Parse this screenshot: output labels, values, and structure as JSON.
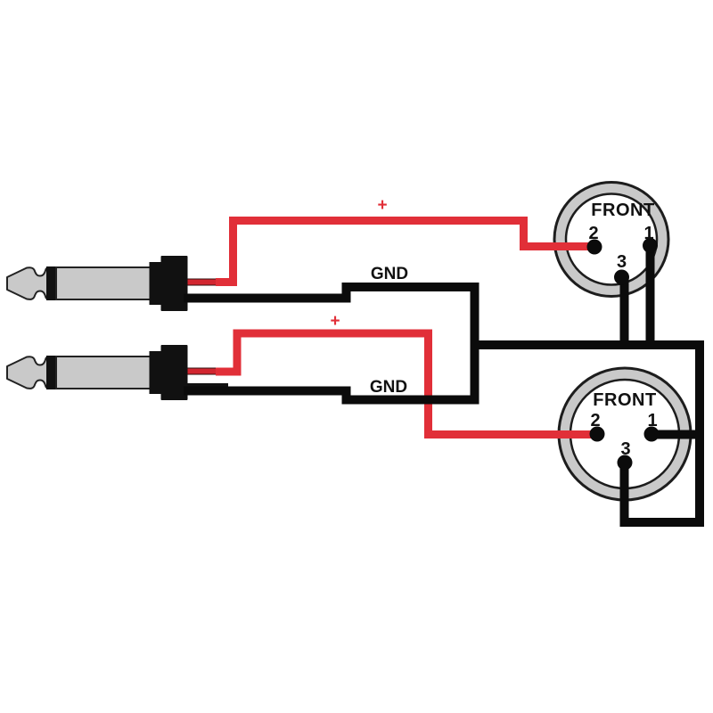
{
  "diagram": {
    "labels": {
      "plus_top": "+",
      "plus_bottom": "+",
      "gnd_top": "GND",
      "gnd_bottom": "GND"
    },
    "xlr_connectors": [
      {
        "front_label": "FRONT",
        "pin_labels": {
          "pin1": "1",
          "pin2": "2",
          "pin3": "3"
        }
      },
      {
        "front_label": "FRONT",
        "pin_labels": {
          "pin1": "1",
          "pin2": "2",
          "pin3": "3"
        }
      }
    ],
    "colors": {
      "hot_wire": "#e12f38",
      "ground_wire": "#0b0b0b",
      "connector_gray": "#c9c9c9",
      "background": "#ffffff"
    }
  }
}
